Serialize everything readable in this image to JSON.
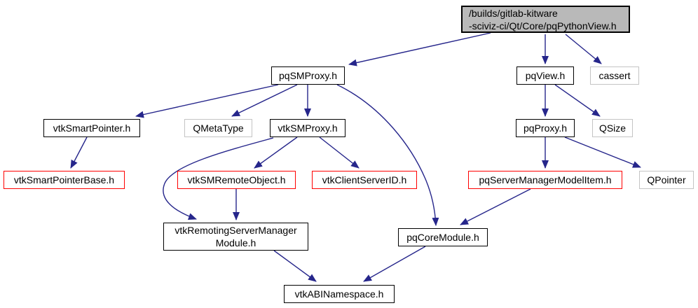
{
  "colors": {
    "edge": "#26268b",
    "node_border": "#000000",
    "external_border": "#c4c4c4",
    "truncated_border": "#ff0000",
    "root_fill": "#b9b9b9",
    "node_fill": "#ffffff",
    "text": "#000000"
  },
  "nodes": {
    "root": {
      "label": "/builds/gitlab-kitware\n-sciviz-ci/Qt/Core/pqPythonView.h",
      "kind": "current-file"
    },
    "pqSMProxy": {
      "label": "pqSMProxy.h",
      "kind": "internal"
    },
    "pqView": {
      "label": "pqView.h",
      "kind": "internal"
    },
    "cassert": {
      "label": "cassert",
      "kind": "external"
    },
    "vtkSmartPointer": {
      "label": "vtkSmartPointer.h",
      "kind": "internal"
    },
    "QMetaType": {
      "label": "QMetaType",
      "kind": "external"
    },
    "vtkSMProxy": {
      "label": "vtkSMProxy.h",
      "kind": "internal"
    },
    "pqProxy": {
      "label": "pqProxy.h",
      "kind": "internal"
    },
    "QSize": {
      "label": "QSize",
      "kind": "external"
    },
    "vtkSmartPointerBase": {
      "label": "vtkSmartPointerBase.h",
      "kind": "truncated"
    },
    "vtkSMRemoteObject": {
      "label": "vtkSMRemoteObject.h",
      "kind": "truncated"
    },
    "vtkClientServerID": {
      "label": "vtkClientServerID.h",
      "kind": "truncated"
    },
    "pqServerManagerModelItem": {
      "label": "pqServerManagerModelItem.h",
      "kind": "truncated"
    },
    "QPointer": {
      "label": "QPointer",
      "kind": "external"
    },
    "vtkRemotingServerManagerModule": {
      "label": "vtkRemotingServerManager\nModule.h",
      "kind": "internal"
    },
    "pqCoreModule": {
      "label": "pqCoreModule.h",
      "kind": "internal"
    },
    "vtkABINamespace": {
      "label": "vtkABINamespace.h",
      "kind": "internal"
    }
  },
  "edges": [
    {
      "from": "root",
      "to": "pqSMProxy"
    },
    {
      "from": "root",
      "to": "pqView"
    },
    {
      "from": "root",
      "to": "cassert"
    },
    {
      "from": "pqSMProxy",
      "to": "vtkSmartPointer"
    },
    {
      "from": "pqSMProxy",
      "to": "QMetaType"
    },
    {
      "from": "pqSMProxy",
      "to": "vtkSMProxy"
    },
    {
      "from": "pqSMProxy",
      "to": "pqCoreModule"
    },
    {
      "from": "pqView",
      "to": "pqProxy"
    },
    {
      "from": "pqView",
      "to": "QSize"
    },
    {
      "from": "vtkSmartPointer",
      "to": "vtkSmartPointerBase"
    },
    {
      "from": "vtkSMProxy",
      "to": "vtkSMRemoteObject"
    },
    {
      "from": "vtkSMProxy",
      "to": "vtkClientServerID"
    },
    {
      "from": "vtkSMProxy",
      "to": "vtkRemotingServerManagerModule"
    },
    {
      "from": "vtkSMRemoteObject",
      "to": "vtkRemotingServerManagerModule"
    },
    {
      "from": "pqProxy",
      "to": "pqServerManagerModelItem"
    },
    {
      "from": "pqProxy",
      "to": "QPointer"
    },
    {
      "from": "pqServerManagerModelItem",
      "to": "pqCoreModule"
    },
    {
      "from": "vtkRemotingServerManagerModule",
      "to": "vtkABINamespace"
    },
    {
      "from": "pqCoreModule",
      "to": "vtkABINamespace"
    }
  ]
}
